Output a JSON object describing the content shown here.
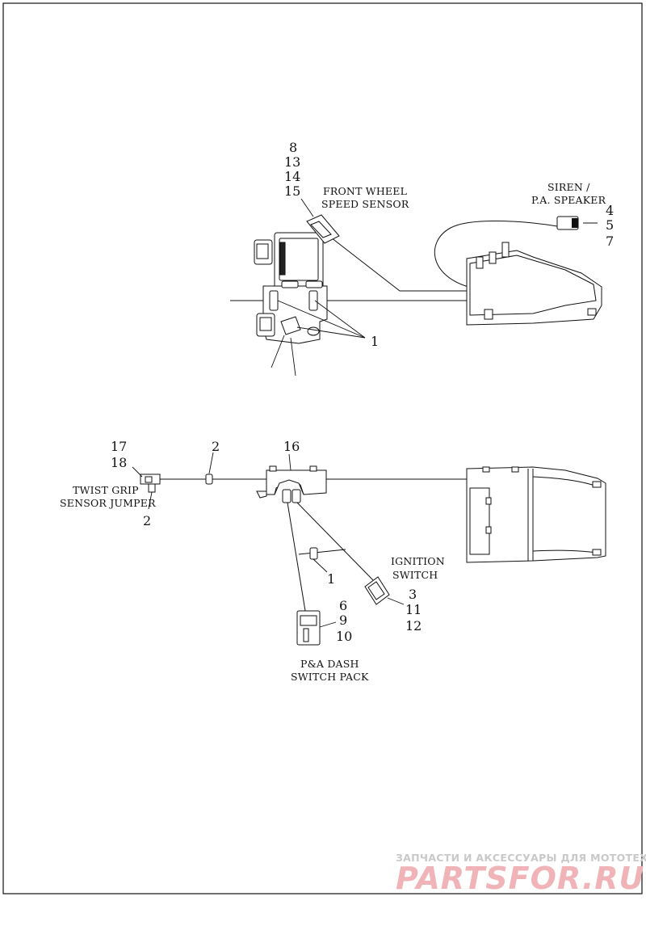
{
  "callouts": {
    "top": {
      "speed_sensor_refs": [
        "8",
        "13",
        "14",
        "15"
      ],
      "siren_refs": [
        "4",
        "5",
        "7"
      ],
      "cable_tie_ref": "1"
    },
    "bottom": {
      "twist_grip_refs": [
        "17",
        "18"
      ],
      "twist_grip_lower_ref": "2",
      "clip_ref": "2",
      "bracket_ref": "16",
      "cable_tie_ref": "1",
      "dash_switch_refs": [
        "6",
        "9",
        "10"
      ],
      "ignition_refs": [
        "3",
        "11",
        "12"
      ]
    }
  },
  "captions": {
    "front_wheel_speed_sensor": [
      "FRONT WHEEL",
      "SPEED SENSOR"
    ],
    "siren_speaker": [
      "SIREN /",
      "P.A. SPEAKER"
    ],
    "twist_grip_jumper": [
      "TWIST GRIP",
      "SENSOR JUMPER"
    ],
    "ignition_switch": [
      "IGNITION",
      "SWITCH"
    ],
    "dash_switch_pack": [
      "P&A DASH",
      "SWITCH PACK"
    ]
  },
  "watermark": {
    "tagline": "ЗАПЧАСТИ И АКСЕССУАРЫ ДЛЯ МОТОТЕХНИКИ",
    "brand": "PARTSFOR.RU"
  }
}
